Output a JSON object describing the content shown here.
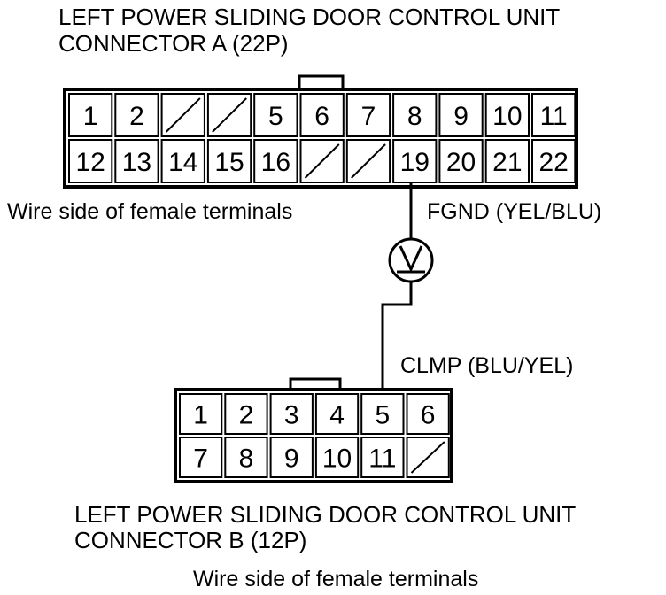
{
  "connector_a": {
    "title_line1": "LEFT POWER SLIDING DOOR CONTROL UNIT",
    "title_line2": "CONNECTOR A (22P)",
    "view_note": "Wire side of female terminals",
    "row1": [
      "1",
      "2",
      "",
      "",
      "5",
      "6",
      "7",
      "8",
      "9",
      "10",
      "11"
    ],
    "row2": [
      "12",
      "13",
      "14",
      "15",
      "16",
      "",
      "",
      "19",
      "20",
      "21",
      "22"
    ]
  },
  "connector_b": {
    "title_line1": "LEFT POWER SLIDING DOOR CONTROL UNIT",
    "title_line2": "CONNECTOR B (12P)",
    "view_note": "Wire side of female terminals",
    "row1": [
      "1",
      "2",
      "3",
      "4",
      "5",
      "6"
    ],
    "row2": [
      "7",
      "8",
      "9",
      "10",
      "11",
      ""
    ]
  },
  "wires": {
    "fgnd_label": "FGND (YEL/BLU)",
    "clmp_label": "CLMP (BLU/YEL)"
  },
  "meter": {
    "symbol": "voltmeter-icon"
  }
}
